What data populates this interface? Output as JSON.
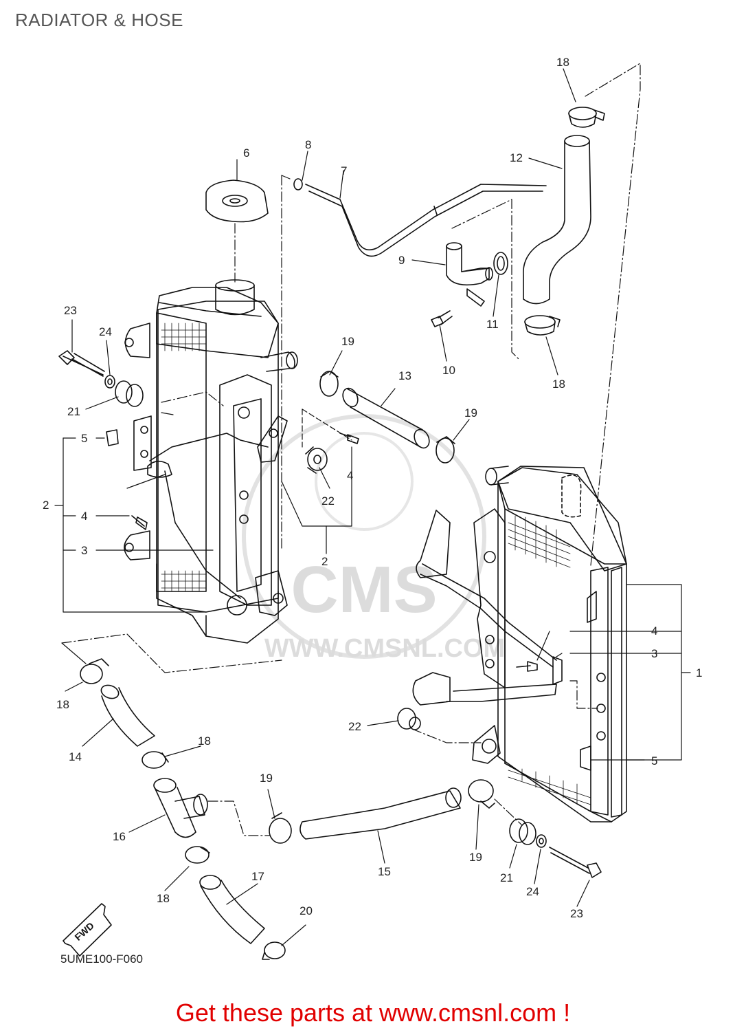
{
  "page": {
    "title": "RADIATOR & HOSE",
    "diagram_code": "5UME100-F060",
    "fwd_label": "FWD",
    "footer": "Get these parts at www.cmsnl.com !",
    "watermark_brand": "CMS",
    "watermark_url": "WWW.CMSNL.COM"
  },
  "colors": {
    "line": "#111111",
    "footer_text": "#e10000",
    "title_text": "#555555",
    "watermark": "#d9d9d9"
  },
  "callouts": {
    "c1": "1",
    "c2a": "2",
    "c2b": "2",
    "c3a": "3",
    "c3b": "3",
    "c4a": "4",
    "c4b": "4",
    "c4c": "4",
    "c5a": "5",
    "c5b": "5",
    "c6": "6",
    "c7": "7",
    "c8": "8",
    "c9": "9",
    "c10": "10",
    "c11": "11",
    "c12": "12",
    "c13": "13",
    "c14": "14",
    "c15": "15",
    "c16": "16",
    "c17": "17",
    "c18a": "18",
    "c18b": "18",
    "c18c": "18",
    "c18d": "18",
    "c18e": "18",
    "c19a": "19",
    "c19b": "19",
    "c19c": "19",
    "c19d": "19",
    "c20": "20",
    "c21a": "21",
    "c21b": "21",
    "c22a": "22",
    "c22b": "22",
    "c23a": "23",
    "c23b": "23",
    "c24a": "24",
    "c24b": "24"
  }
}
